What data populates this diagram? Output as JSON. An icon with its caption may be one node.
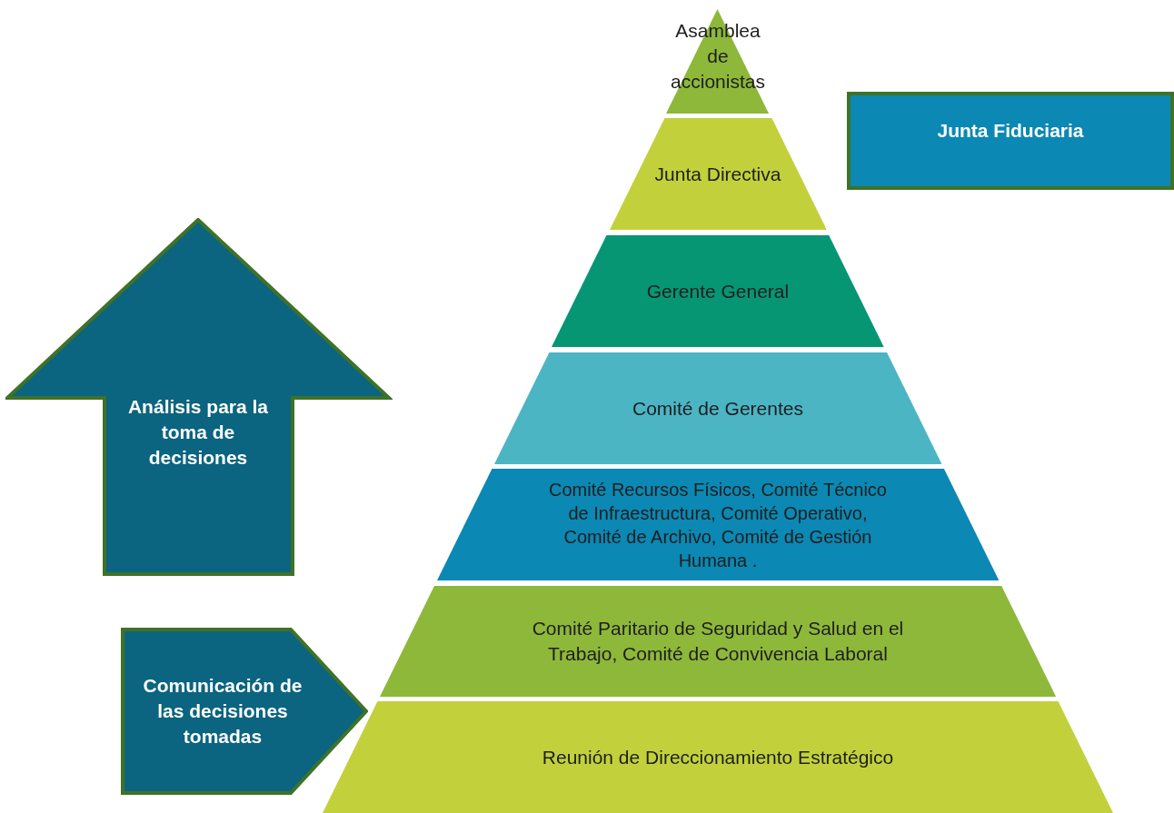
{
  "diagram": {
    "nodes": [
      {
        "text": [
          "Asamblea de accionistas"
        ]
      },
      {
        "text": [
          "Junta Directiva"
        ]
      },
      {
        "text": [
          "Gerente General"
        ]
      },
      {
        "text": [
          "Comité de Gerentes"
        ]
      },
      {
        "text": [
          "Comité Recursos Físicos, Comité Técnico de Infraestructura, Comité Operativo, Comité de Archivo, Comité de Gestión Humana ."
        ]
      },
      {
        "text": [
          "Comité Paritario de Seguridad y Salud en el Trabajo, Comité de Convivencia Laboral"
        ]
      },
      {
        "text": [
          "Reunión de Direccionamiento Estratégico"
        ]
      },
      {
        "text": [
          "Junta Fiduciaria"
        ]
      },
      {
        "text": [
          "Análisis para la toma de decisiones"
        ]
      },
      {
        "text": [
          "Comunicación de las decisiones tomadas"
        ]
      }
    ],
    "edges": []
  }
}
